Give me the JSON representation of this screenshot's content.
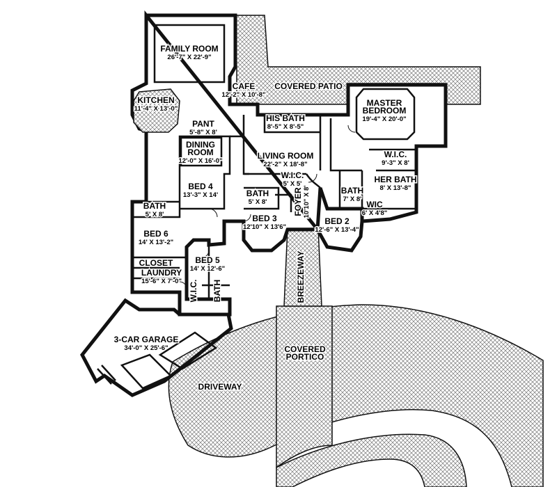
{
  "rooms": [
    {
      "id": "family-room",
      "name": "FAMILY ROOM",
      "dims": "26'-7\" X 22'-9\""
    },
    {
      "id": "cafe",
      "name": "CAFE",
      "dims": "12'-2\" X 10'-8\""
    },
    {
      "id": "covered-patio",
      "name": "COVERED PATIO",
      "dims": ""
    },
    {
      "id": "master-bedroom",
      "name": "MASTER BEDROOM",
      "dims": "19'-4\" X 20'-0\""
    },
    {
      "id": "kitchen",
      "name": "KITCHEN",
      "dims": "11'-4\" X 13'-0\""
    },
    {
      "id": "pantry",
      "name": "PANT",
      "dims": "5'-8\" X 8'"
    },
    {
      "id": "his-bath",
      "name": "HIS BATH",
      "dims": "8'-5\" X 8'-5\""
    },
    {
      "id": "dining-room",
      "name": "DINING ROOM",
      "dims": "12'-0\" X 16'-0\""
    },
    {
      "id": "living-room",
      "name": "LIVING ROOM",
      "dims": "22'-2\" X 18'-8\""
    },
    {
      "id": "wic-master",
      "name": "W.I.C.",
      "dims": "9'-3\" X 8'"
    },
    {
      "id": "her-bath",
      "name": "HER BATH",
      "dims": "8' X 13'-8\""
    },
    {
      "id": "wic-hall",
      "name": "W.I.C.",
      "dims": "5' X 5'"
    },
    {
      "id": "bed-4",
      "name": "BED 4",
      "dims": "13'-3\" X 14'"
    },
    {
      "id": "bath-center",
      "name": "BATH",
      "dims": "5' X 8'"
    },
    {
      "id": "foyer",
      "name": "FOYER",
      "dims": "10'10\" X 8'"
    },
    {
      "id": "bath-2",
      "name": "BATH",
      "dims": "7' X 8'"
    },
    {
      "id": "wic-2",
      "name": "WIC",
      "dims": "6' X 4'8\""
    },
    {
      "id": "bath-6",
      "name": "BATH",
      "dims": "5' X 8'"
    },
    {
      "id": "bed-3",
      "name": "BED 3",
      "dims": "12'10\" X 13'6\""
    },
    {
      "id": "bed-2",
      "name": "BED 2",
      "dims": "12'-6\" X 13'-4\""
    },
    {
      "id": "bed-6",
      "name": "BED 6",
      "dims": "14' X 13'-2\""
    },
    {
      "id": "bed-5",
      "name": "BED 5",
      "dims": "14' X 12'-6\""
    },
    {
      "id": "closet",
      "name": "CLOSET",
      "dims": ""
    },
    {
      "id": "laundry",
      "name": "LAUNDRY",
      "dims": "15'-6\" X 7'-0\""
    },
    {
      "id": "wic-5",
      "name": "W.I.C.",
      "dims": ""
    },
    {
      "id": "bath-5",
      "name": "BATH",
      "dims": ""
    },
    {
      "id": "breezeway",
      "name": "BREEZEWAY",
      "dims": ""
    },
    {
      "id": "garage",
      "name": "3-CAR GARAGE",
      "dims": "34'-0\" X 25'-6\""
    },
    {
      "id": "covered-portico",
      "name": "COVERED PORTICO",
      "dims": ""
    },
    {
      "id": "driveway",
      "name": "DRIVEWAY",
      "dims": ""
    }
  ]
}
